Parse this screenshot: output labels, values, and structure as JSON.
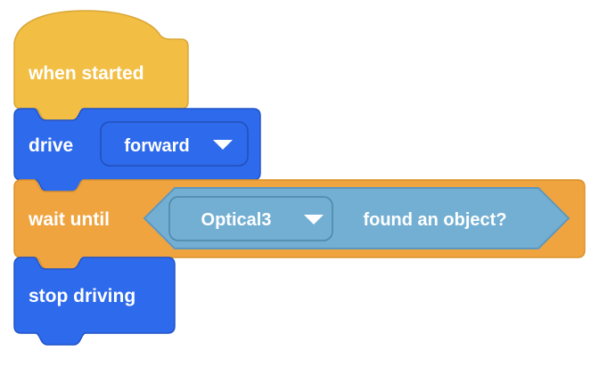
{
  "app": {
    "name": "block programming canvas"
  },
  "colors": {
    "hat_yellow": "#F2BE43",
    "hat_yellow_border": "#D9A637",
    "action_blue": "#2E6AEC",
    "action_blue_border": "#2154C8",
    "control_orange": "#F0A440",
    "control_orange_border": "#DB9129",
    "sensing_lightblue": "#72AFD3",
    "sensing_lightblue_border": "#5E98BE",
    "text_white": "#FFFFFF"
  },
  "blocks": {
    "when_started": {
      "label": "when started"
    },
    "drive": {
      "label": "drive",
      "direction_value": "forward"
    },
    "wait_until": {
      "label": "wait until",
      "sensor_value": "Optical3",
      "condition_label": "found an object?"
    },
    "stop_driving": {
      "label": "stop driving"
    }
  }
}
